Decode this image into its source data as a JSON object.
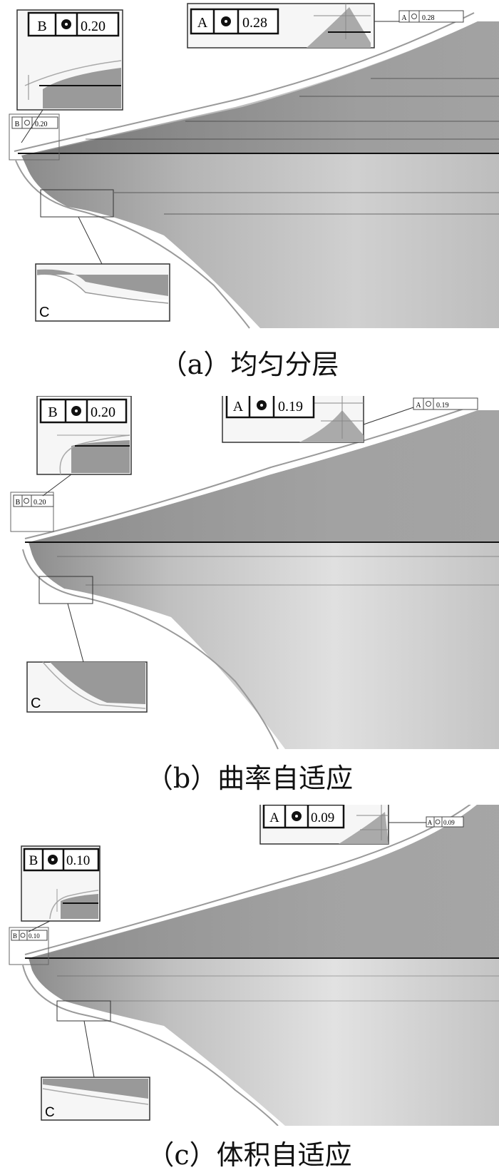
{
  "panels": [
    {
      "caption": "（a）均匀分层",
      "callout_a": {
        "datum": "A",
        "value": "0.28"
      },
      "callout_b": {
        "datum": "B",
        "value": "0.20"
      },
      "small_a": {
        "datum": "A",
        "value": "0.28"
      },
      "small_b": {
        "datum": "B",
        "value": "0.20"
      },
      "detail_label": "C"
    },
    {
      "caption": "（b）曲率自适应",
      "callout_a": {
        "datum": "A",
        "value": "0.19"
      },
      "callout_b": {
        "datum": "B",
        "value": "0.20"
      },
      "small_a": {
        "datum": "A",
        "value": "0.19"
      },
      "small_b": {
        "datum": "B",
        "value": "0.20"
      },
      "detail_label": "C"
    },
    {
      "caption": "（c）体积自适应",
      "callout_a": {
        "datum": "A",
        "value": "0.09"
      },
      "callout_b": {
        "datum": "B",
        "value": "0.10"
      },
      "small_a": {
        "datum": "A",
        "value": "0.09"
      },
      "small_b": {
        "datum": "B",
        "value": "0.10"
      },
      "detail_label": "C"
    }
  ],
  "colors": {
    "shape_light": "#e2e2e2",
    "shape_mid": "#a9a9a9",
    "shape_dark": "#7d7d7d",
    "outline": "#9a9a9a",
    "frame": "#111111"
  },
  "icons": {
    "concentricity": "concentricity-symbol"
  }
}
